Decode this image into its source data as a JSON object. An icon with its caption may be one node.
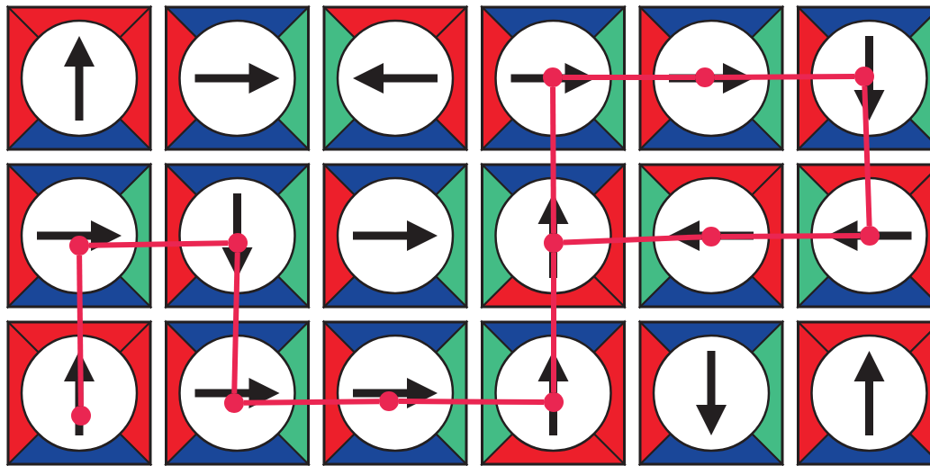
{
  "diagram": {
    "nodes": [
      {
        "text": [],
        "shape": "circle"
      },
      {
        "text": [],
        "shape": "circle"
      },
      {
        "text": [],
        "shape": "circle"
      },
      {
        "text": [],
        "shape": "circle"
      },
      {
        "text": [],
        "shape": "circle"
      },
      {
        "text": [],
        "shape": "circle"
      },
      {
        "text": [],
        "shape": "circle"
      },
      {
        "text": [],
        "shape": "circle"
      },
      {
        "text": [],
        "shape": "circle"
      },
      {
        "text": [],
        "shape": "circle"
      },
      {
        "text": [],
        "shape": "circle"
      },
      {
        "text": [],
        "shape": "circle"
      }
    ],
    "edges": [
      {
        "from": 0,
        "to": 1,
        "arrow": "none"
      },
      {
        "from": 1,
        "to": 2,
        "arrow": "none"
      },
      {
        "from": 2,
        "to": 3,
        "arrow": "none"
      },
      {
        "from": 3,
        "to": 4,
        "arrow": "none"
      },
      {
        "from": 4,
        "to": 5,
        "arrow": "none"
      },
      {
        "from": 5,
        "to": 6,
        "arrow": "none"
      },
      {
        "from": 6,
        "to": 7,
        "arrow": "none"
      },
      {
        "from": 7,
        "to": 8,
        "arrow": "none"
      },
      {
        "from": 8,
        "to": 9,
        "arrow": "none"
      },
      {
        "from": 9,
        "to": 10,
        "arrow": "none"
      },
      {
        "from": 10,
        "to": 11,
        "arrow": "none"
      },
      {
        "from": 11,
        "to": 6,
        "arrow": "none"
      }
    ]
  }
}
